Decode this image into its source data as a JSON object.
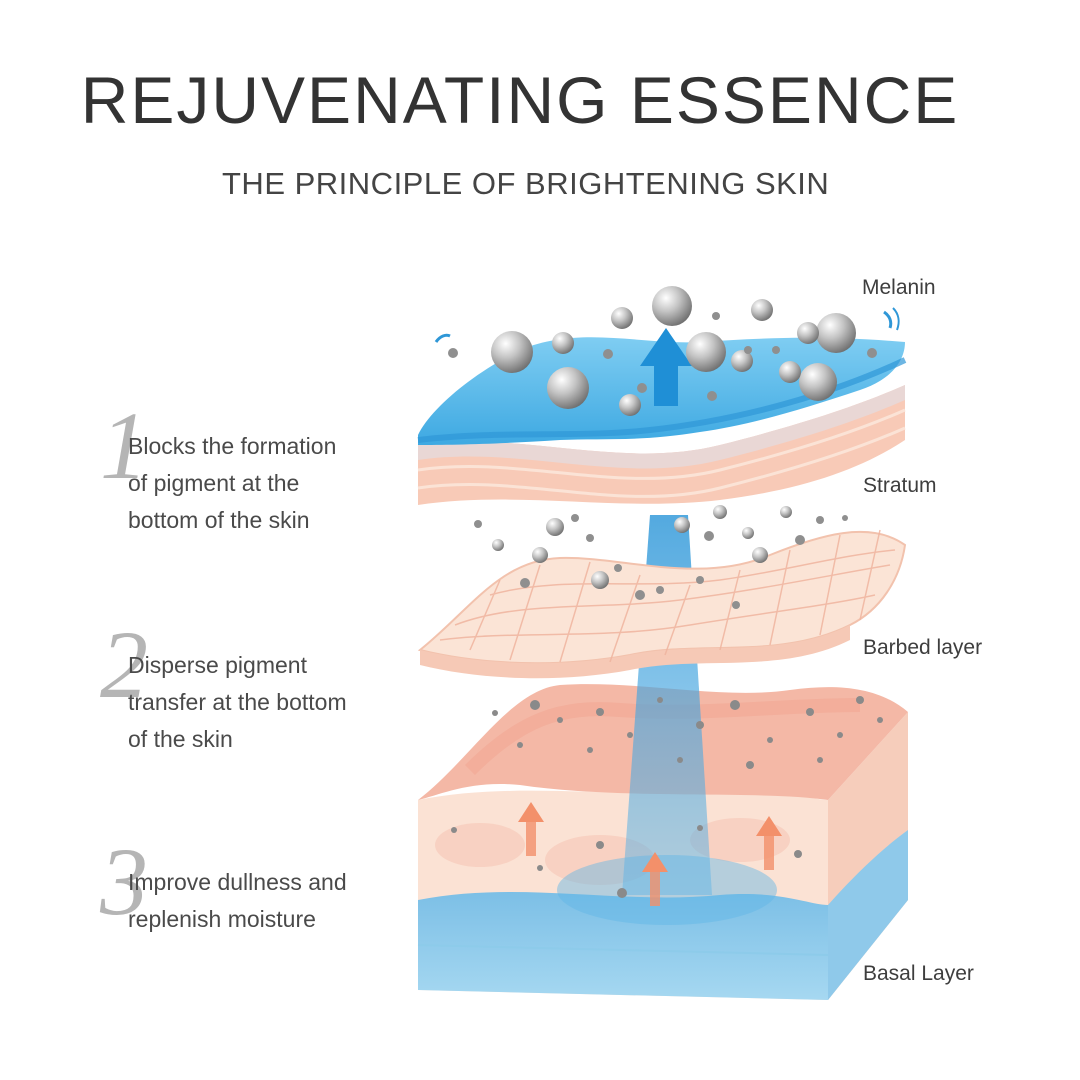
{
  "header": {
    "title": "REJUVENATING ESSENCE",
    "subtitle": "THE PRINCIPLE OF BRIGHTENING SKIN"
  },
  "steps": [
    {
      "number": "1",
      "text": "Blocks the formation\nof pigment at the\nbottom of the skin"
    },
    {
      "number": "2",
      "text": "Disperse pigment\ntransfer at the bottom\nof the skin"
    },
    {
      "number": "3",
      "text": "Improve dullness and\nreplenish moisture"
    }
  ],
  "layers": {
    "melanin": "Melanin",
    "stratum": "Stratum",
    "barbed": "Barbed layer",
    "basal": "Basal Layer"
  },
  "colors": {
    "water_blue": "#55b4e6",
    "skin_pink": "#f6c4b2",
    "pale_skin": "#fbe3d6",
    "deep_pink": "#f2a796",
    "pigment_grey": "#8f8f8f",
    "arrow_blue": "#1f8fd6",
    "arrow_orange": "#f3906a"
  }
}
